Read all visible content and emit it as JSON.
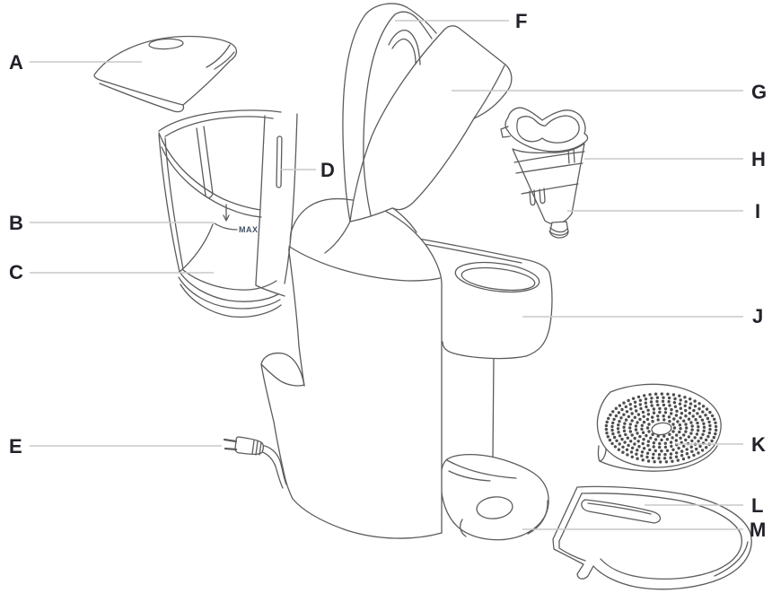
{
  "diagram": {
    "kind": "exploded-parts-diagram",
    "labels": [
      {
        "letter": "A"
      },
      {
        "letter": "B"
      },
      {
        "letter": "C"
      },
      {
        "letter": "D"
      },
      {
        "letter": "E"
      },
      {
        "letter": "F"
      },
      {
        "letter": "G"
      },
      {
        "letter": "H"
      },
      {
        "letter": "I"
      },
      {
        "letter": "J"
      },
      {
        "letter": "K"
      },
      {
        "letter": "L"
      },
      {
        "letter": "M"
      }
    ],
    "annotations": {
      "max_marking": "MAX"
    },
    "colors": {
      "background": "#ffffff",
      "label_text": "#232129",
      "leader_line": "#c9c9cb",
      "artwork_line": "#5c5c5f",
      "max_text": "#3f4e63"
    }
  }
}
